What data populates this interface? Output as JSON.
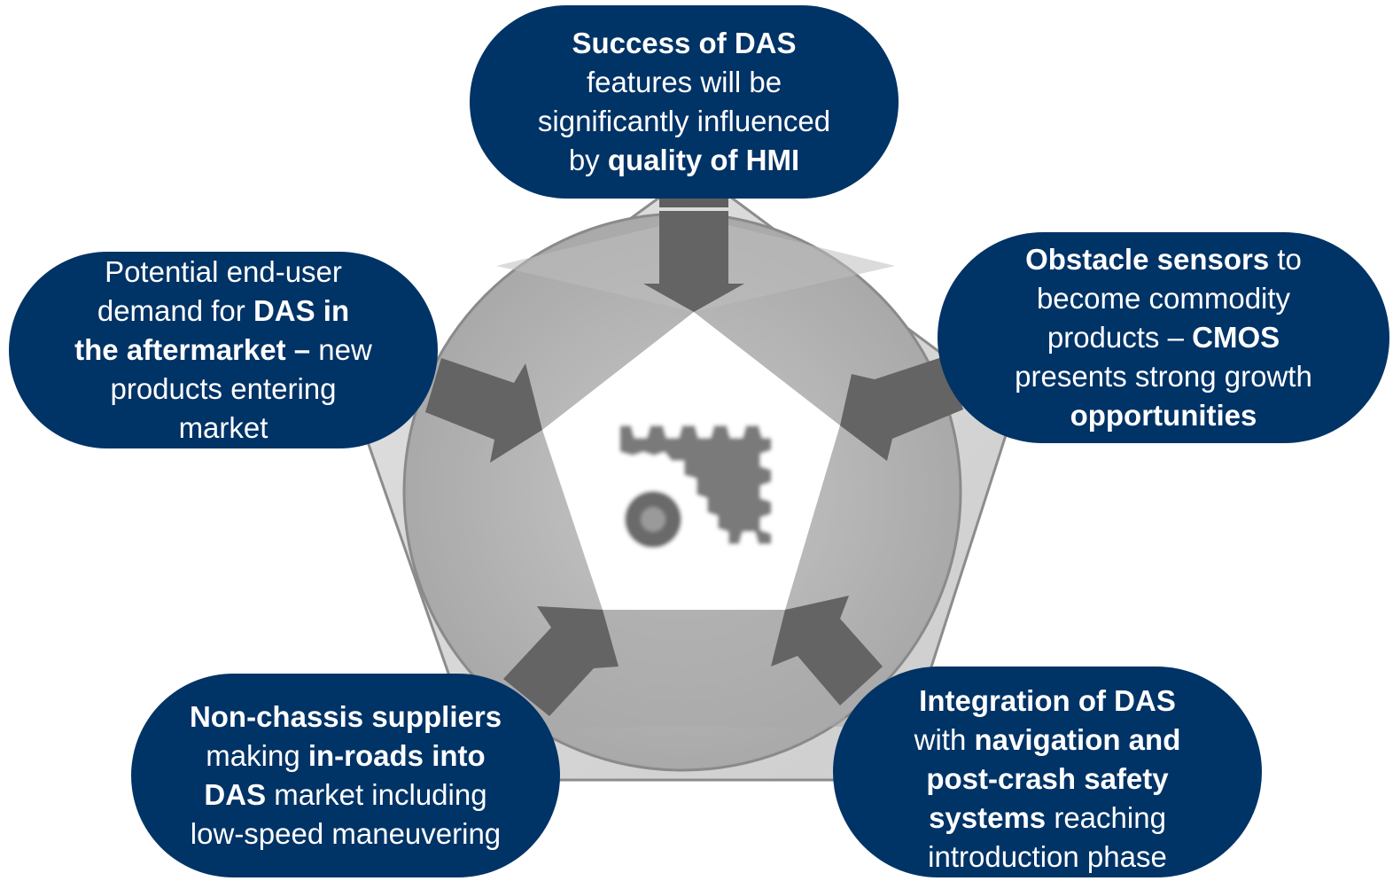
{
  "colors": {
    "bubble_fill": "#003366",
    "bubble_text": "#ffffff",
    "pentagon_fill": "#d6d6d6",
    "ring_fill": "#b4b4b4",
    "arrow_fill": "#666666",
    "center_fill": "#ffffff"
  },
  "center": {
    "icon": "gears-icon"
  },
  "bubbles": {
    "top": {
      "l1": "Success of DAS",
      "l2": "features will be",
      "l3": "significantly influenced",
      "l4a": "by ",
      "l4b": "quality of HMI"
    },
    "left": {
      "l1": "Potential end-user",
      "l2a": "demand for ",
      "l2b": "DAS in",
      "l3a": "the aftermarket –",
      "l3b": " new",
      "l4": "products entering",
      "l5": "market"
    },
    "right": {
      "l1a": "Obstacle sensors",
      "l1b": " to",
      "l2": "become commodity",
      "l3a": "products – ",
      "l3b": "CMOS",
      "l4": "presents strong growth",
      "l5": "opportunities"
    },
    "bottom_left": {
      "l1": "Non-chassis suppliers",
      "l2a": "making ",
      "l2b": "in-roads into",
      "l3a": "DAS",
      "l3b": " market including",
      "l4": "low-speed maneuvering"
    },
    "bottom_right": {
      "l1": "Integration of DAS",
      "l2a": "with ",
      "l2b": "navigation and",
      "l3": "post-crash safety",
      "l4a": "systems",
      "l4b": " reaching",
      "l5": "introduction phase"
    }
  }
}
